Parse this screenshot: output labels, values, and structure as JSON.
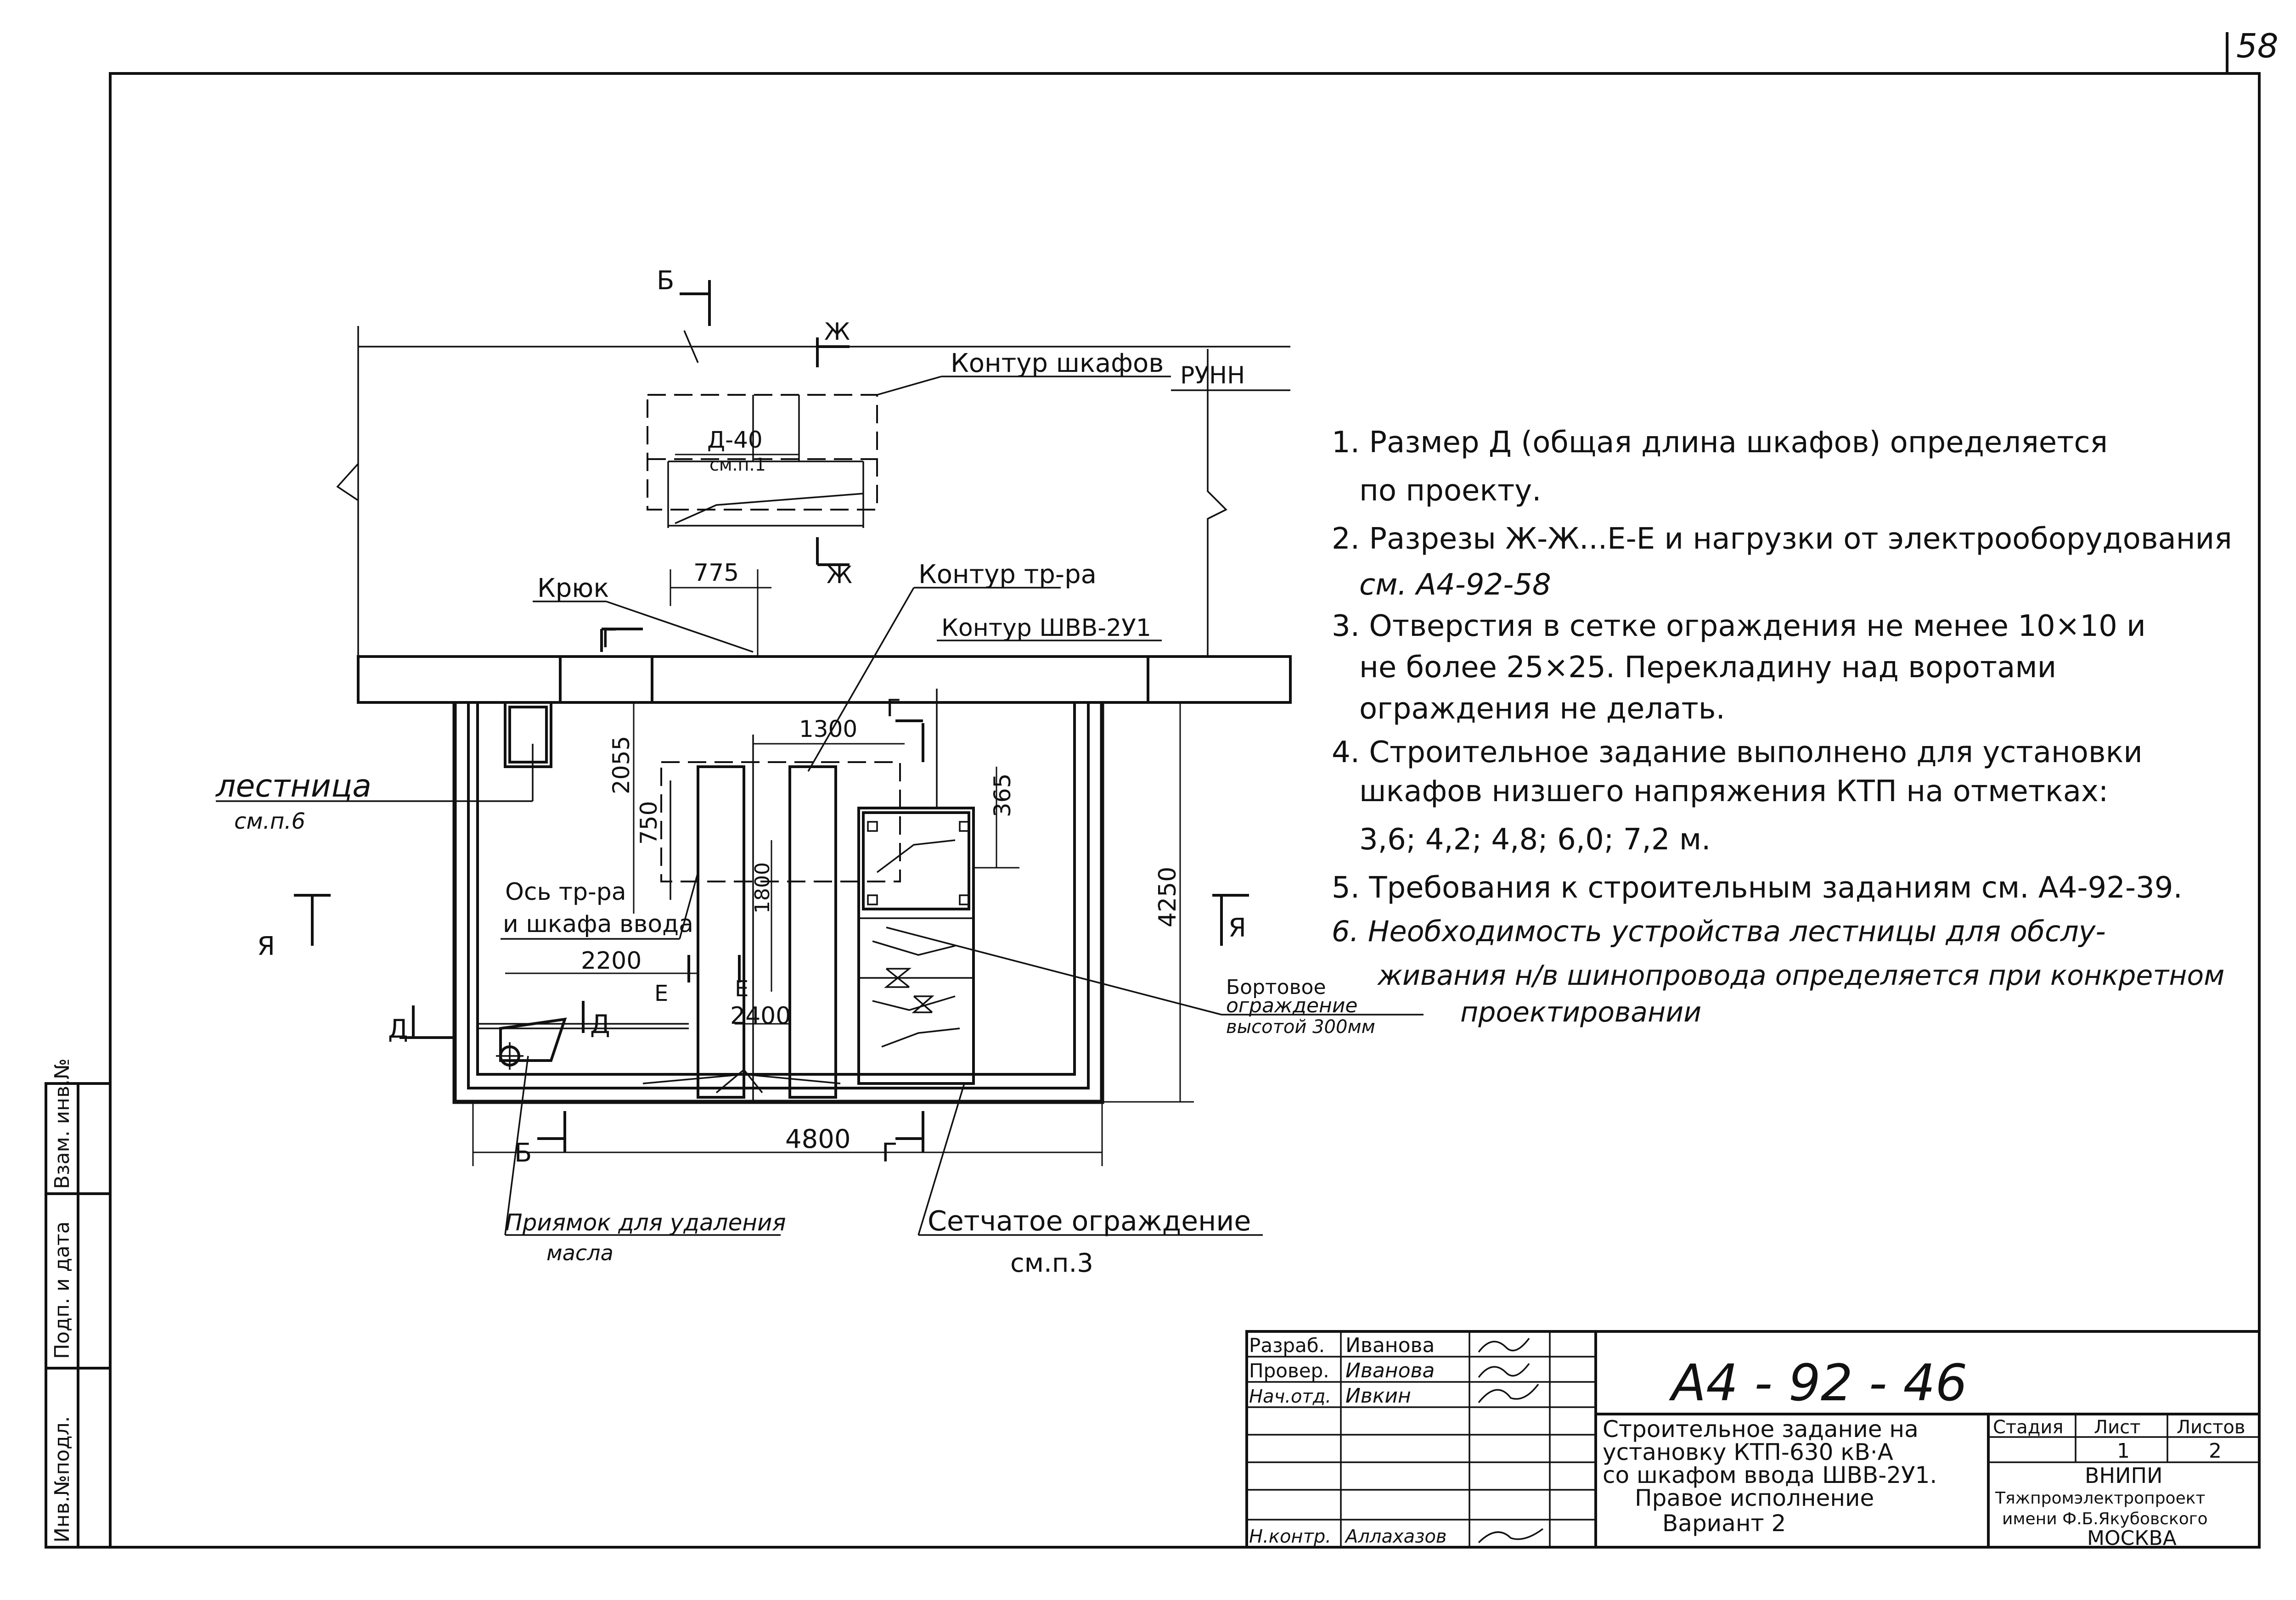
{
  "sheet_number": "58",
  "labels": {
    "section_b": "Б",
    "section_zh": "Ж",
    "section_g": "Г",
    "section_d": "Д",
    "section_e": "Е",
    "section_ya": "Я",
    "contour_cabinets": "Контур шкафов",
    "runn": "РУНН",
    "cabinet_dim": "Д-40",
    "cabinet_ref": "см.п.1",
    "dim_775": "775",
    "hook": "Крюк",
    "contour_transformer": "Контур тр-ра",
    "contour_shvv": "Контур ШВВ-2У1",
    "dim_1300": "1300",
    "dim_2055": "2055",
    "dim_750": "750",
    "dim_365": "365",
    "dim_1800": "1800",
    "dim_2200": "2200",
    "dim_2400": "2400",
    "dim_4250": "4250",
    "dim_4800": "4800",
    "ladder": "лестница",
    "ladder_ref": "см.п.6",
    "axis_line1": "Ось тр-ра",
    "axis_line2": "и шкафа ввода",
    "curb_line1": "Бортовое",
    "curb_line2": "ограждение",
    "curb_line3": "высотой 300мм",
    "pit_line1": "Приямок для удаления",
    "pit_line2": "масла",
    "fence_line1": "Сетчатое ограждение",
    "fence_line2": "см.п.3"
  },
  "notes": [
    "1. Размер Д (общая длина шкафов) определяется",
    "по проекту.",
    "2. Разрезы Ж-Ж...Е-Е и нагрузки от электрооборудования",
    "см. А4-92-58",
    "3. Отверстия в сетке ограждения не менее 10×10 и",
    "не более 25×25. Перекладину над воротами",
    "ограждения не делать.",
    "4. Строительное задание выполнено для установки",
    "шкафов низшего напряжения КТП на отметках:",
    "3,6; 4,2; 4,8; 6,0; 7,2 м.",
    "5. Требования к строительным заданиям см. А4-92-39.",
    "6. Необходимость устройства лестницы для обслу-",
    "живания н/в шинопровода определяется при конкретном",
    "проектировании"
  ],
  "side_stamp": [
    "Инв.№подл.",
    "Подп. и дата",
    "Взам. инв.№"
  ],
  "title_block": {
    "doc_code": "А4 - 92 - 46",
    "rows": [
      {
        "role": "Разраб.",
        "name": "Иванова"
      },
      {
        "role": "Провер.",
        "name": "Иванова"
      },
      {
        "role": "Нач.отд.",
        "name": "Ивкин"
      },
      {
        "role": "Н.контр.",
        "name": "Аллахазов"
      }
    ],
    "title_lines": [
      "Строительное задание на",
      "установку КТП-630 кВ·А",
      "со шкафом ввода ШВВ-2У1.",
      "Правое исполнение",
      "Вариант 2"
    ],
    "stage_label": "Стадия",
    "sheet_label": "Лист",
    "sheets_label": "Листов",
    "sheet_value": "1",
    "sheets_value": "2",
    "org_lines": [
      "ВНИПИ",
      "Тяжпромэлектропроект",
      "имени Ф.Б.Якубовского",
      "МОСКВА"
    ]
  }
}
